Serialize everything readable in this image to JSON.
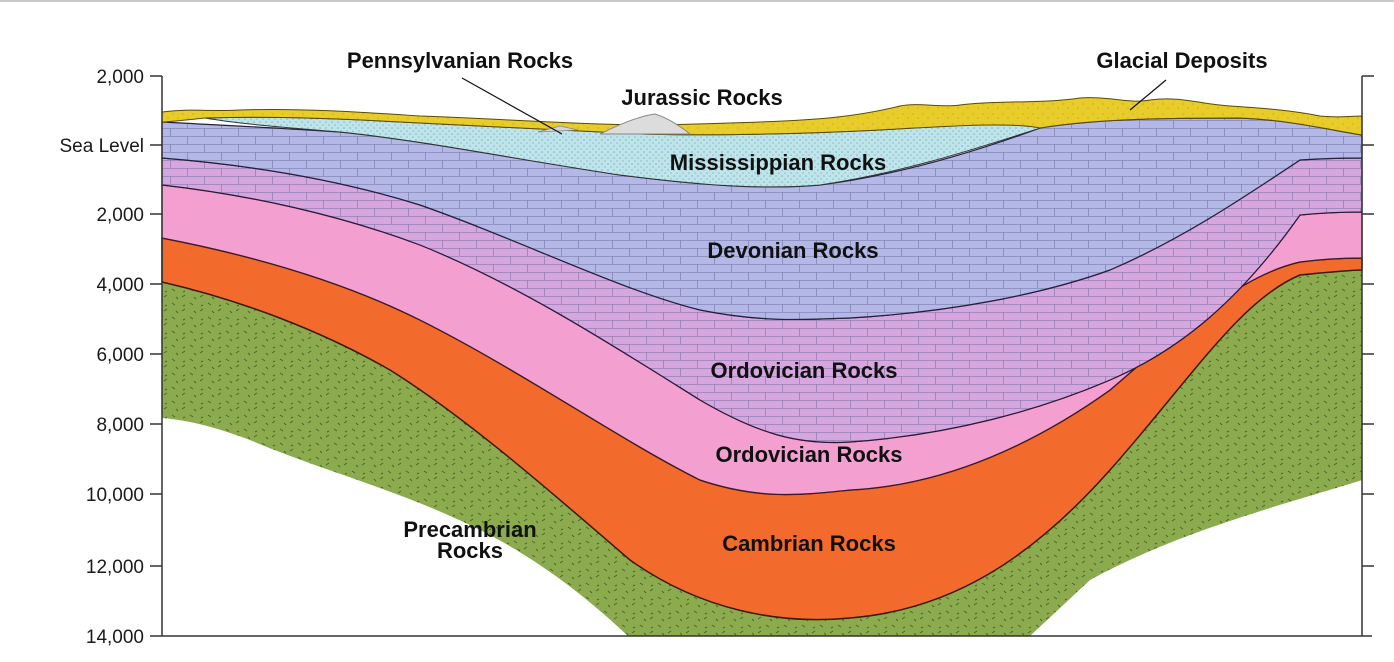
{
  "axis": {
    "ticks": [
      "2,000",
      "Sea Level",
      "2,000",
      "4,000",
      "6,000",
      "8,000",
      "10,000",
      "12,000",
      "14,000"
    ]
  },
  "labels": {
    "pennsylvanian": "Pennsylvanian Rocks",
    "jurassic": "Jurassic Rocks",
    "glacial": "Glacial Deposits",
    "mississippian": "Mississippian Rocks",
    "devonian": "Devonian Rocks",
    "ordovician_upper": "Ordovician Rocks",
    "ordovician_lower": "Ordovician Rocks",
    "cambrian": "Cambrian Rocks",
    "precambrian_line1": "Precambrian",
    "precambrian_line2": "Rocks"
  },
  "colors": {
    "glacial": "#e8cc2a",
    "mississippian": "#bfe4ea",
    "devonian": "#b4b8e6",
    "ordovician_carbonate": "#d7a6de",
    "ordovician_shale": "#f39fd0",
    "cambrian": "#f26a2c",
    "precambrian": "#8bab4e"
  }
}
